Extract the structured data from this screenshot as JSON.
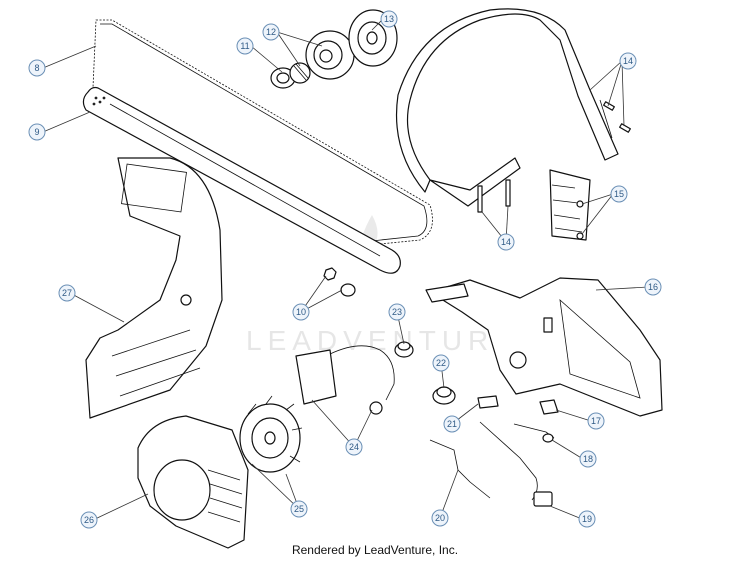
{
  "callouts": [
    "8",
    "9",
    "10",
    "11",
    "12",
    "13",
    "14",
    "14",
    "15",
    "16",
    "17",
    "18",
    "19",
    "20",
    "21",
    "22",
    "23",
    "24",
    "25",
    "26",
    "27"
  ],
  "watermark": "LEADVENTURE",
  "credit": "Rendered by LeadVenture, Inc."
}
